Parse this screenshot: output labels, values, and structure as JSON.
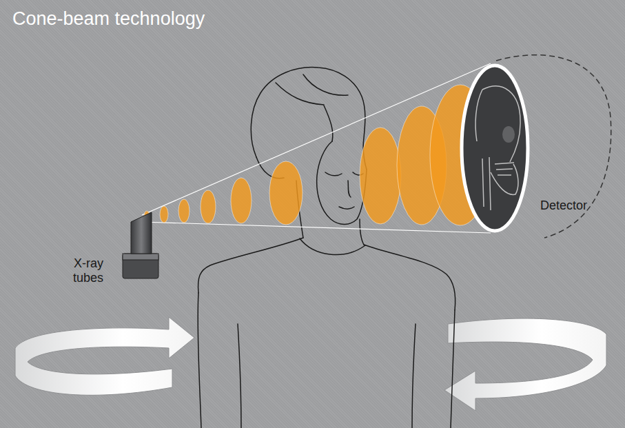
{
  "diagram": {
    "title": "Cone-beam technology",
    "labels": [
      "X-ray tubes",
      "Detector"
    ]
  }
}
